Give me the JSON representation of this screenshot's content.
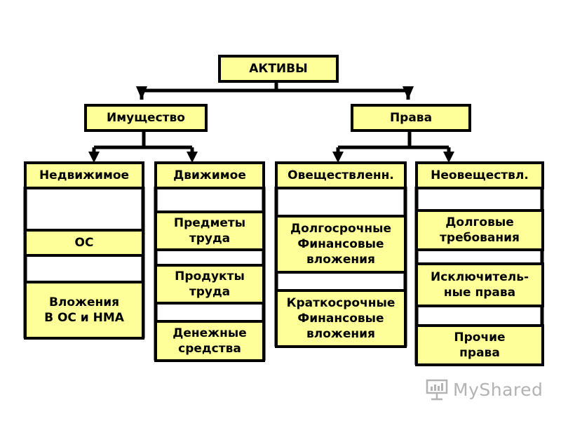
{
  "diagram": {
    "root": "АКТИВЫ",
    "level1": [
      "Имущество",
      "Права"
    ],
    "level2": [
      "Недвижимое",
      "Движимое",
      "Овеществленн.",
      "Неовеществл."
    ],
    "immovable_items": [
      "ОС",
      "Вложения\nВ ОС и НМА"
    ],
    "movable_items": [
      "Предметы\nтруда",
      "Продукты\nтруда",
      "Денежные\nсредства"
    ],
    "materialized_items": [
      "Долгосрочные\nФинансовые\nвложения",
      "Краткосрочные\nФинансовые\nвложения"
    ],
    "intangible_items": [
      "Долговые\nтребования",
      "Исключитель-\nные права",
      "Прочие\nправа"
    ]
  },
  "watermark": {
    "text": "MyShared",
    "icon": "presentation-board-icon"
  },
  "colors": {
    "box_fill": "#ffff99",
    "border": "#000000",
    "watermark": "#b3b3b3"
  }
}
